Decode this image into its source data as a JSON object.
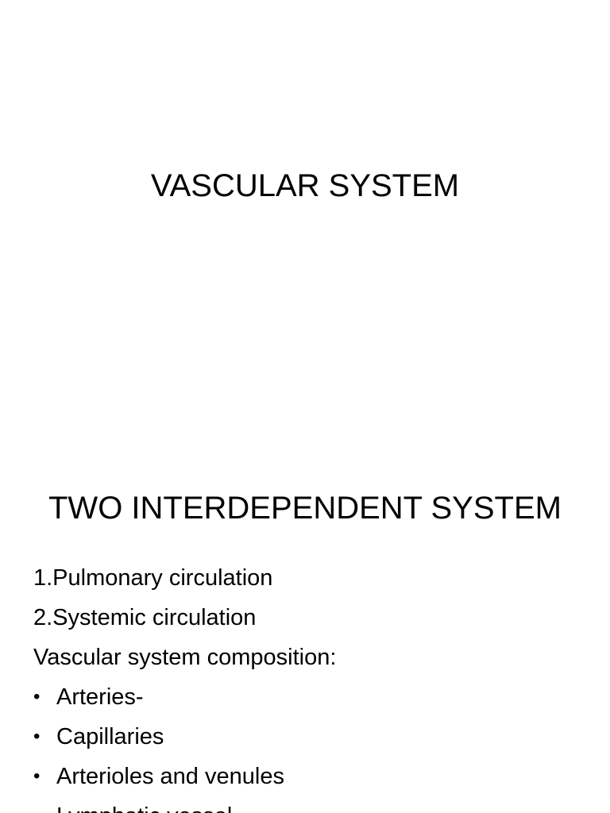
{
  "slides": [
    {
      "title": "VASCULAR SYSTEM"
    },
    {
      "title": "TWO INTERDEPENDENT SYSTEM",
      "lines": [
        {
          "text": "1.Pulmonary circulation",
          "bullet": false
        },
        {
          "text": "2.Systemic circulation",
          "bullet": false
        },
        {
          "text": "Vascular system composition:",
          "bullet": false
        },
        {
          "text": "Arteries-",
          "bullet": true
        },
        {
          "text": "Capillaries",
          "bullet": true
        },
        {
          "text": "Arterioles and venules",
          "bullet": true
        },
        {
          "text": "Lymphatic vessel",
          "bullet": true
        }
      ]
    }
  ]
}
